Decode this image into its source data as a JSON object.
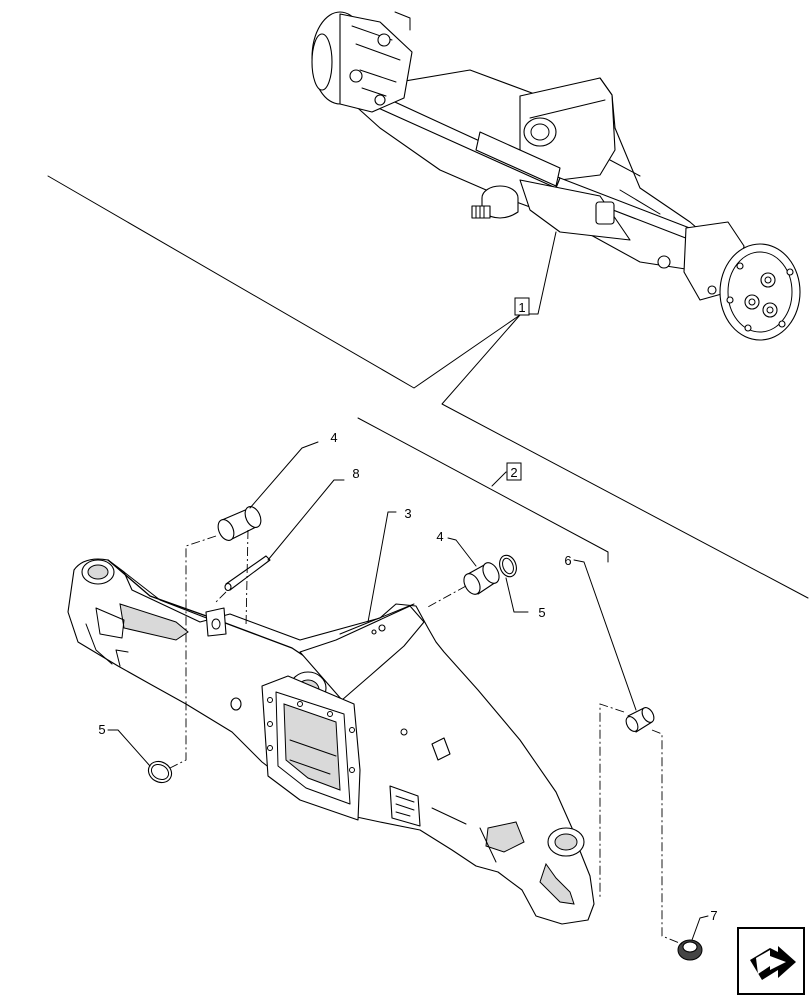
{
  "callouts": {
    "ref_1": "1",
    "ref_2": "2",
    "item_3": "3",
    "item_4a": "4",
    "item_4b": "4",
    "item_5a": "5",
    "item_5b": "5",
    "item_6": "6",
    "item_7": "7",
    "item_8": "8"
  },
  "nav_icon": "next-page-arrow-icon",
  "colors": {
    "line": "#000000",
    "shade": "#d9d9d9",
    "background": "#ffffff"
  }
}
